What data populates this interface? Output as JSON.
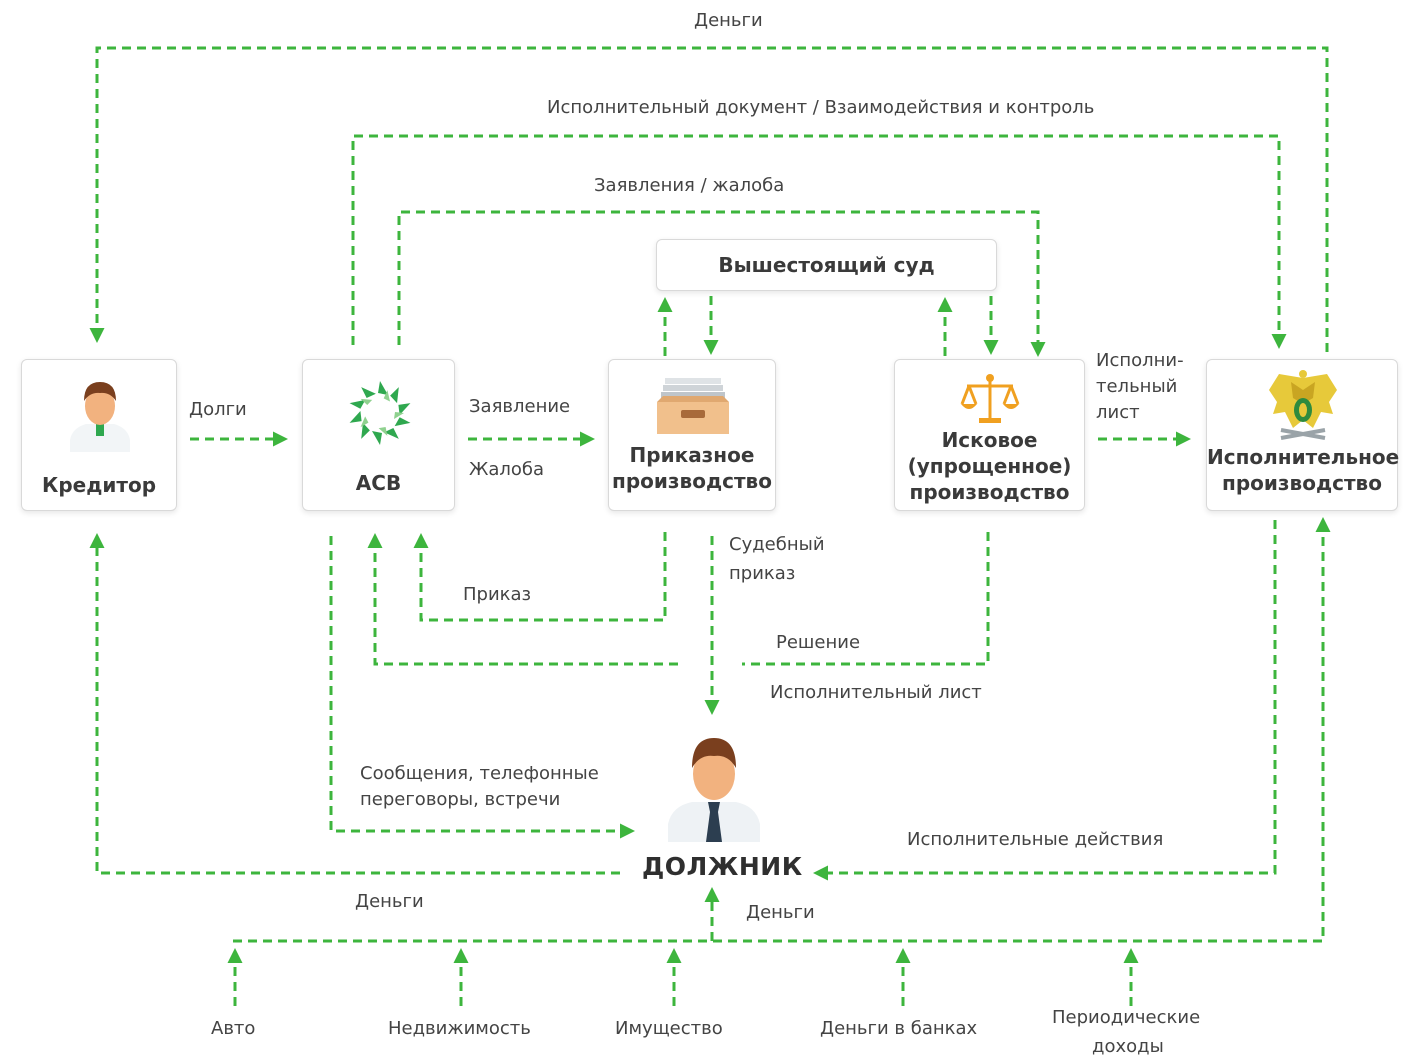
{
  "top_label": "Деньги",
  "exec_doc_label": "Исполнительный документ / Взаимодействия и контроль",
  "statements_label": "Заявления / жалоба",
  "higher_court": "Вышестоящий суд",
  "nodes": {
    "creditor": "Кредитор",
    "asv": "АСВ",
    "order_proc": [
      "Приказное",
      "производство"
    ],
    "claim_proc": [
      "Исковое",
      "(упрощенное)",
      "производство"
    ],
    "enforcement": [
      "Исполнительное",
      "производство"
    ],
    "debtor": "ДОЛЖНИК"
  },
  "edge_labels": {
    "debts": "Долги",
    "statement": "Заявление",
    "complaint": "Жалоба",
    "exec_list_right": [
      "Исполни-",
      "тельный",
      "лист"
    ],
    "order": "Приказ",
    "court_order": [
      "Судебный",
      "приказ"
    ],
    "decision": "Решение",
    "exec_list": "Исполнительный лист",
    "messages": [
      "Сообщения, телефонные",
      "переговоры, встречи"
    ],
    "exec_actions": "Исполнительные действия",
    "money_left": "Деньги",
    "money_center": "Деньги"
  },
  "assets": [
    "Авто",
    "Недвижимость",
    "Имущество",
    "Деньги в банках",
    [
      "Периодические",
      "доходы"
    ]
  ],
  "colors": {
    "arrow": "#3db53d",
    "box_border": "#d9d9d9",
    "text": "#3a3a3a"
  },
  "icons": [
    "person-icon",
    "asv-logo-icon",
    "archive-box-icon",
    "scales-icon",
    "eagle-emblem-icon"
  ]
}
